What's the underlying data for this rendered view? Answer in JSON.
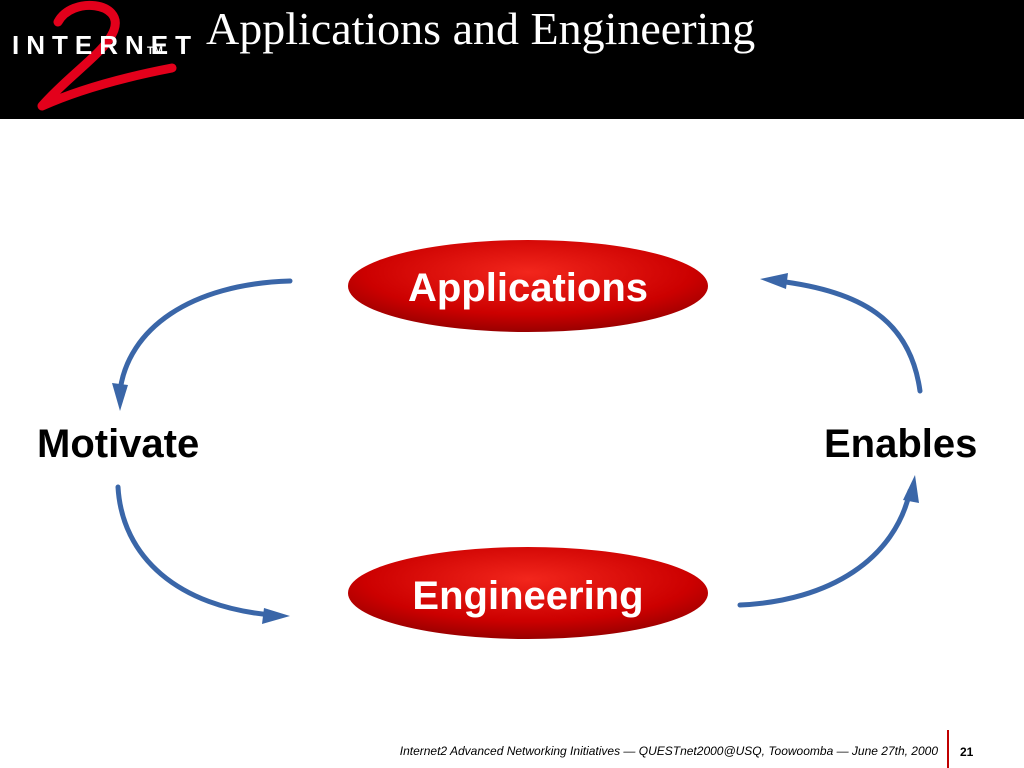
{
  "slide": {
    "title": "Applications and Engineering",
    "logo": {
      "text": "INTERNET",
      "trademark": "TM",
      "numeral": "2"
    }
  },
  "diagram": {
    "nodes": {
      "top": "Applications",
      "bottom": "Engineering",
      "left": "Motivate",
      "right": "Enables"
    },
    "colors": {
      "oval": "#cc0000",
      "arrow": "#3a66a8"
    }
  },
  "footer": {
    "text": "Internet2 Advanced Networking Initiatives — QUESTnet2000@USQ, Toowoomba — June 27th, 2000",
    "page_number": "21"
  }
}
